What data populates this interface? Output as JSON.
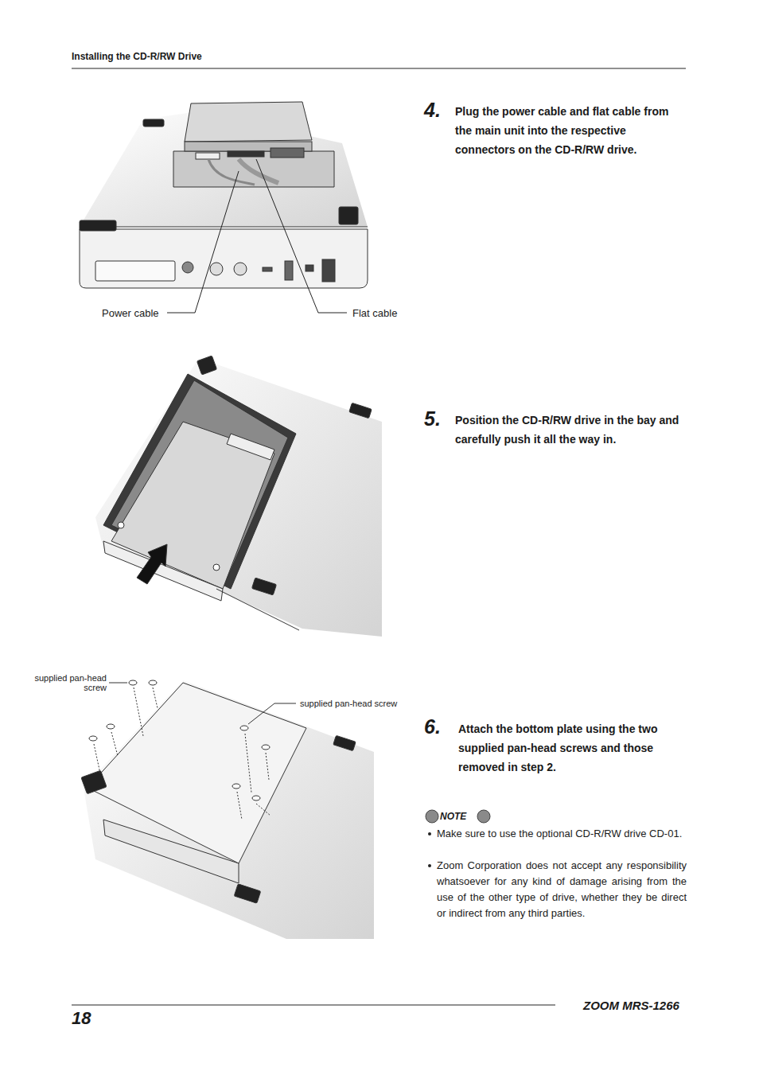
{
  "diagram": {
    "title": "Installing the CD-R/RW Drive",
    "labels": [
      "Power cable",
      "Flat cable",
      "4.",
      "Plug the power cable and flat cable from the main unit into the respective connectors on the CD-R/RW drive.",
      "5.",
      "Position the CD-R/RW drive in the bay and carefully push it all the way in.",
      "supplied pan-head screw",
      "supplied pan-head screw",
      "6.",
      "Attach the bottom plate using the two supplied pan-head screws and those removed in step 2.",
      "NOTE",
      "Make sure to use the optional CD-R/RW drive CD-01.",
      "Zoom Corporation does not accept any responsibility whatsoever for any kind of damage arising from the use of the other type of drive, whether they be direct or indirect from any third parties.",
      "18",
      "ZOOM MRS-1266"
    ]
  }
}
